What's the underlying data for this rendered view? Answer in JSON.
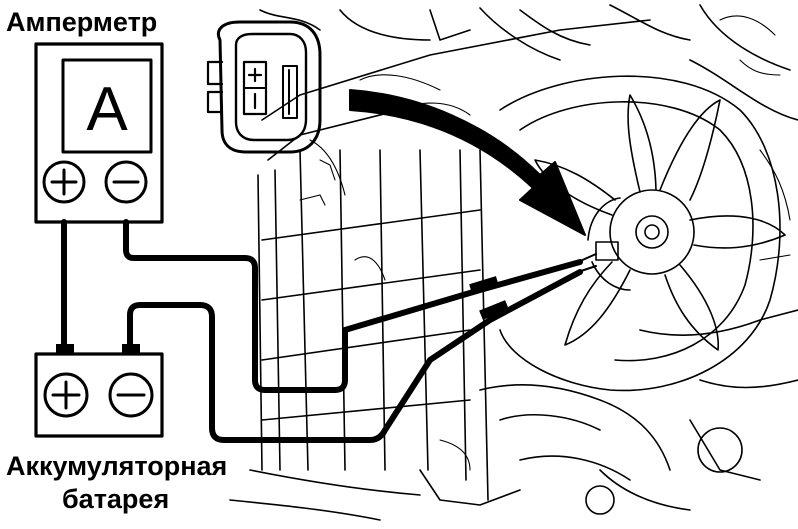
{
  "labels": {
    "ammeter": "Амперметр",
    "ammeter_symbol": "A",
    "battery_line1": "Аккумуляторная",
    "battery_line2": "батарея"
  },
  "icons": {
    "ammeter_plus": "plus-terminal-icon",
    "ammeter_minus": "minus-terminal-icon",
    "battery_plus": "plus-terminal-icon",
    "battery_minus": "minus-terminal-icon",
    "connector": "fan-motor-connector-icon",
    "arrow": "pointer-arrow-icon"
  }
}
